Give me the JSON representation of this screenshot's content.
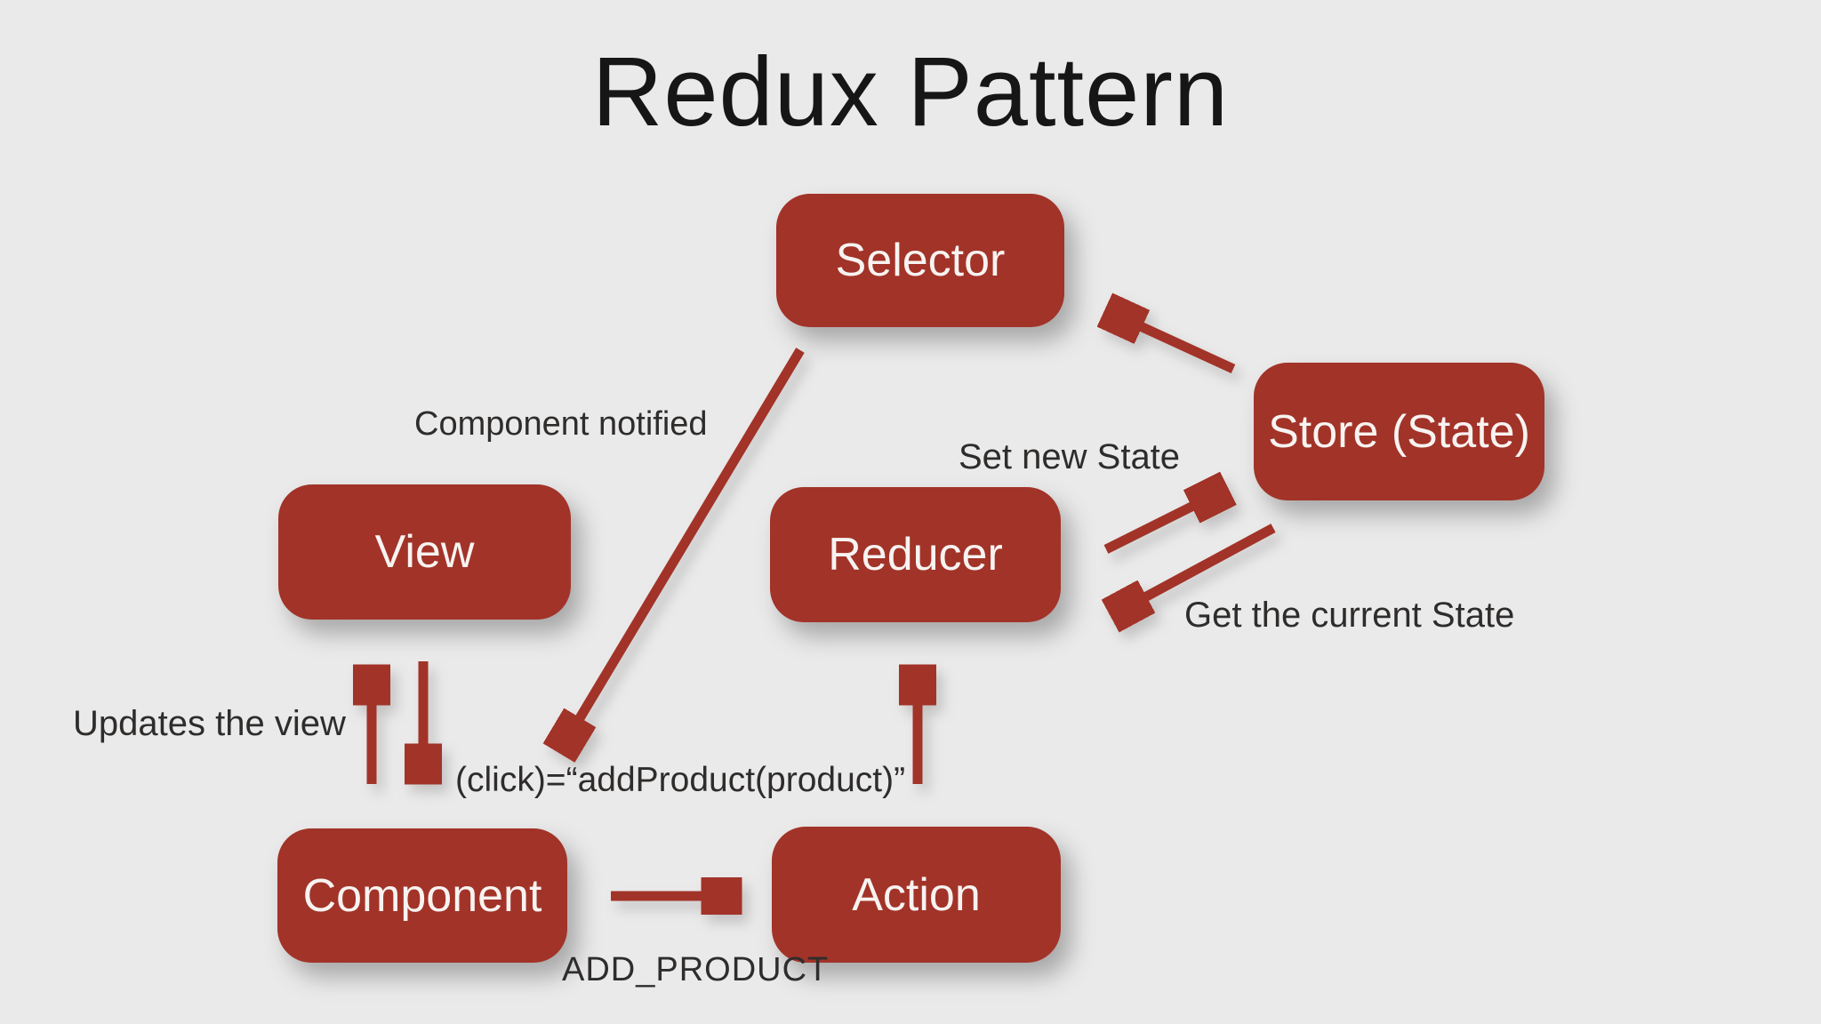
{
  "title": "Redux Pattern",
  "nodes": [
    {
      "id": "selector",
      "label": "Selector"
    },
    {
      "id": "store",
      "label": "Store (State)"
    },
    {
      "id": "view",
      "label": "View"
    },
    {
      "id": "reducer",
      "label": "Reducer"
    },
    {
      "id": "component",
      "label": "Component"
    },
    {
      "id": "action",
      "label": "Action"
    }
  ],
  "edge_labels": {
    "component_notified": "Component notified",
    "set_new_state": "Set new State",
    "get_current_state": "Get the current State",
    "updates_the_view": "Updates the view",
    "click_handler": "(click)=“addProduct(product)”",
    "add_product": "ADD_PRODUCT"
  },
  "edges": [
    {
      "from": "store",
      "to": "selector",
      "label": ""
    },
    {
      "from": "reducer",
      "to": "store",
      "label": "Set new State"
    },
    {
      "from": "store",
      "to": "reducer",
      "label": "Get the current State"
    },
    {
      "from": "selector",
      "to": "component",
      "label": "Component notified"
    },
    {
      "from": "component",
      "to": "view",
      "label": "Updates the view"
    },
    {
      "from": "view",
      "to": "component",
      "label": ""
    },
    {
      "from": "component",
      "to": "action",
      "label": "ADD_PRODUCT"
    },
    {
      "from": "action",
      "to": "reducer",
      "label": "(click)=“addProduct(product)”"
    }
  ],
  "colors": {
    "background": "#ebeaea",
    "node_fill": "#a23328",
    "node_text": "#f7f3f1",
    "arrow": "#a23328",
    "label_text": "#2e2d2c",
    "title_text": "#161616"
  }
}
